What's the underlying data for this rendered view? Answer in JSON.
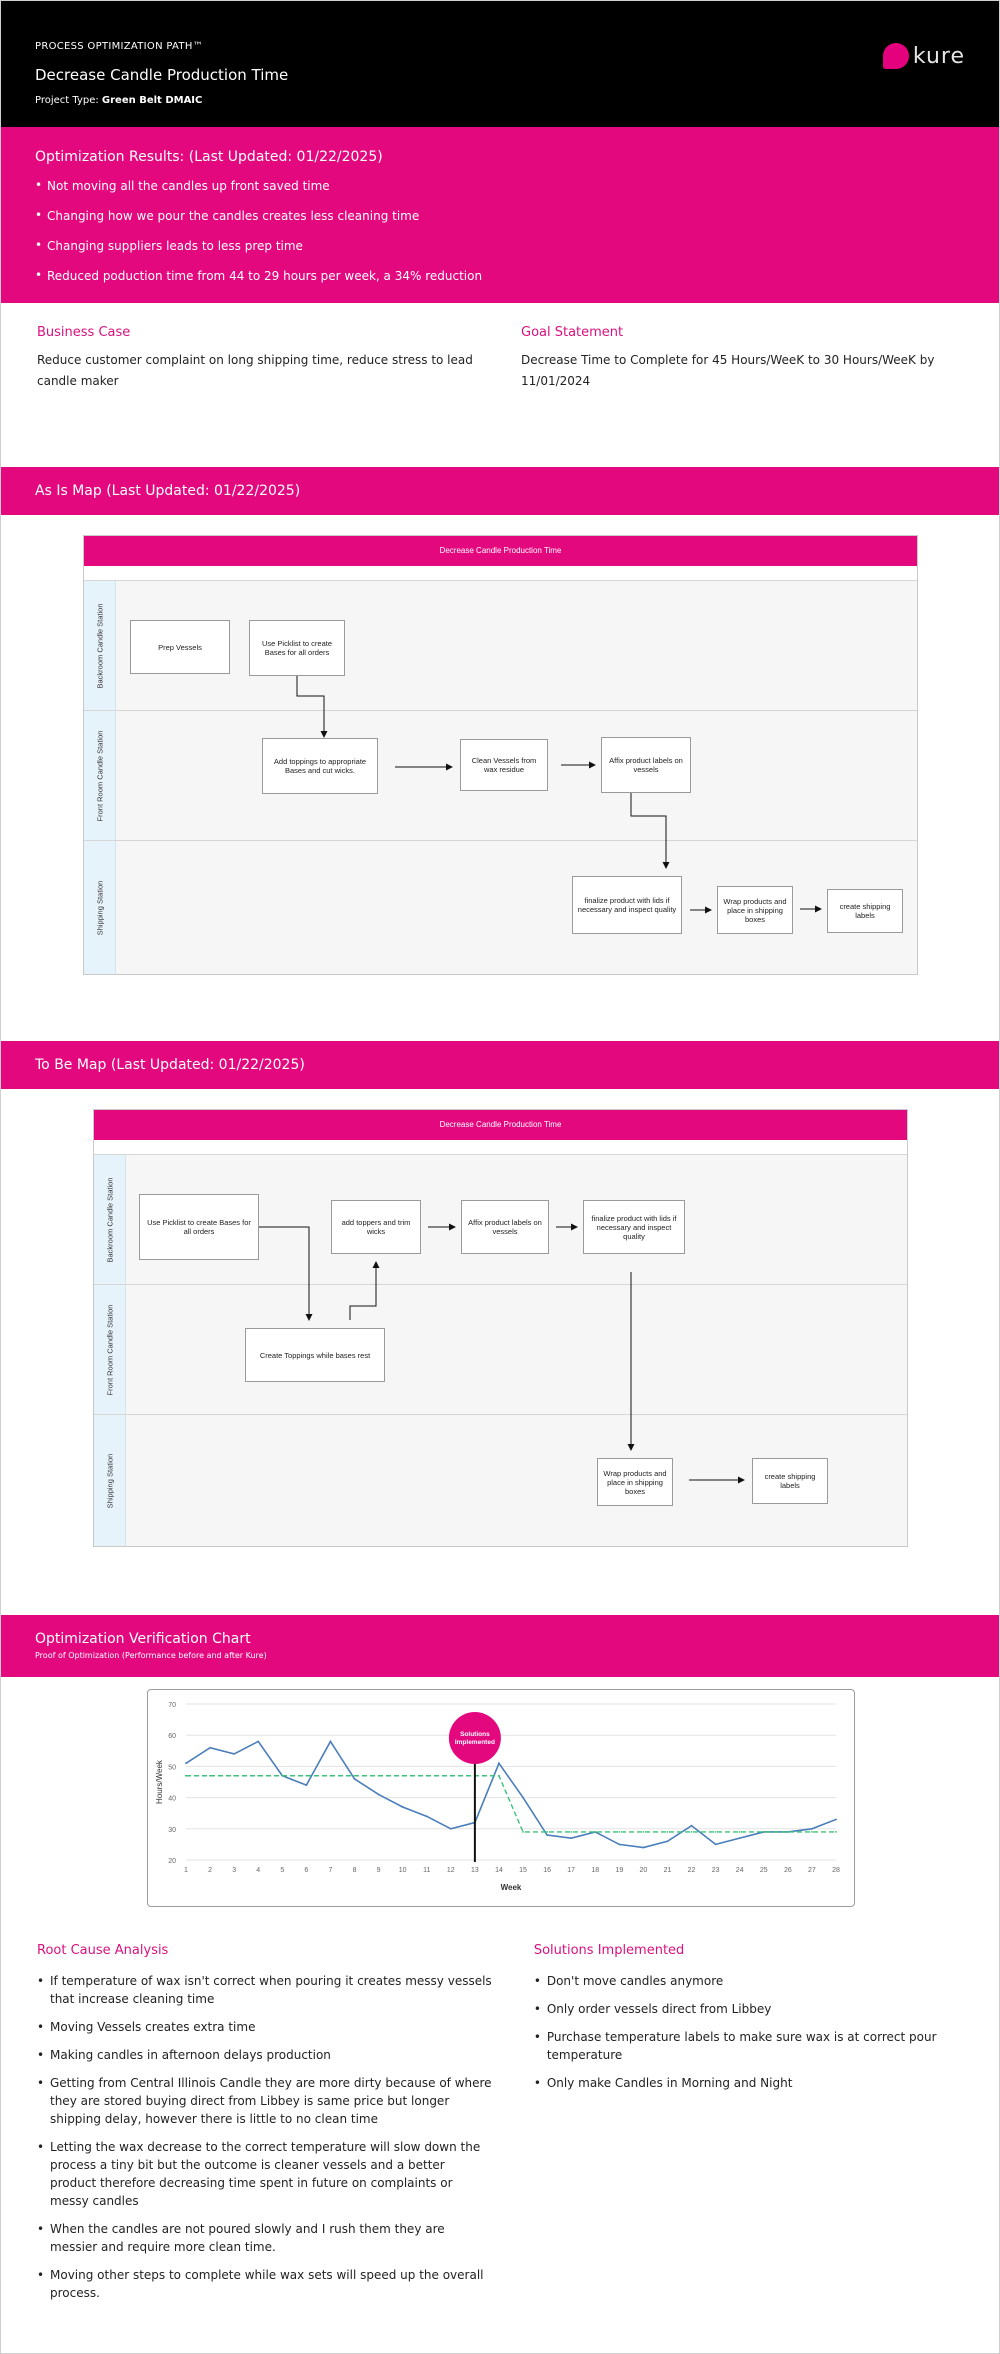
{
  "header": {
    "eyebrow": "PROCESS OPTIMIZATION PATH™",
    "title": "Decrease Candle Production Time",
    "project_type_label": "Project Type:",
    "project_type_value": "Green Belt DMAIC",
    "logo_text": "kure",
    "brand_color": "#e4087f"
  },
  "results": {
    "heading": "Optimization Results: (Last Updated: 01/22/2025)",
    "items": [
      "Not moving all the candles up front saved time",
      "Changing how we pour the candles creates less cleaning time",
      "Changing suppliers leads to less prep time",
      "Reduced poduction time from 44 to 29 hours per week, a 34% reduction"
    ]
  },
  "business_case": {
    "heading": "Business Case",
    "text": "Reduce customer complaint on long shipping time, reduce stress to lead candle maker"
  },
  "goal_statement": {
    "heading": "Goal Statement",
    "text": "Decrease Time to Complete for 45 Hours/WeeK to 30 Hours/WeeK by 11/01/2024"
  },
  "as_is": {
    "heading": "As Is Map (Last Updated: 01/22/2025)",
    "map_title": "Decrease Candle Production Time",
    "lanes": [
      "Backroom Candle Station",
      "Front Room Candle Station",
      "Shipping Station"
    ],
    "steps": [
      "Prep Vessels",
      "Use Picklist to create Bases for all orders",
      "Add toppings to appropriate Bases and cut wicks.",
      "Clean Vessels from wax residue",
      "Affix product labels on vessels",
      "finalize product with lids if necessary and inspect quality",
      "Wrap products and place in shipping boxes",
      "create shipping labels"
    ]
  },
  "to_be": {
    "heading": "To Be Map (Last Updated: 01/22/2025)",
    "map_title": "Decrease Candle Production Time",
    "lanes": [
      "Backroom Candle Station",
      "Front Room Candle Station",
      "Shipping Station"
    ],
    "steps": [
      "Use Picklist to create Bases for all orders",
      "add toppers and trim wicks",
      "Affix product labels on vessels",
      "finalize product with lids if necessary and inspect quality",
      "Create Toppings while bases rest",
      "Wrap products and place in shipping boxes",
      "create shipping labels"
    ]
  },
  "verification": {
    "heading": "Optimization Verification Chart",
    "subheading": "Proof of Optimization (Performance before and after Kure)"
  },
  "chart_data": {
    "type": "line",
    "xlabel": "Week",
    "ylabel": "Hours/Week",
    "ylim": [
      20,
      70
    ],
    "yticks": [
      20,
      30,
      40,
      50,
      60,
      70
    ],
    "x": [
      1,
      2,
      3,
      4,
      5,
      6,
      7,
      8,
      9,
      10,
      11,
      12,
      13,
      14,
      15,
      16,
      17,
      18,
      19,
      20,
      21,
      22,
      23,
      24,
      25,
      26,
      27,
      28
    ],
    "xtick_labels": [
      "1",
      "2",
      "3",
      "4",
      "5",
      "6",
      "7",
      "8",
      "9",
      "10",
      "11",
      "12",
      "13",
      "14",
      "15",
      "16",
      "17",
      "18",
      "19",
      "20",
      "21",
      "22",
      "23",
      "24",
      "25",
      "26",
      "27",
      "28"
    ],
    "series": [
      {
        "values": [
          51,
          56,
          54,
          58,
          47,
          44,
          58,
          46,
          41,
          37,
          34,
          30,
          32,
          51,
          40,
          28,
          27,
          29,
          25,
          24,
          26,
          31,
          25,
          27,
          29,
          29,
          30,
          33
        ],
        "color": "#4a7ebb"
      },
      {
        "values": [
          47,
          47,
          47,
          47,
          47,
          47,
          47,
          47,
          47,
          47,
          47,
          47,
          47,
          47,
          29,
          29,
          29,
          29,
          29,
          29,
          29,
          29,
          29,
          29,
          29,
          29,
          29,
          29
        ],
        "color": "#3cc17a",
        "style": "dashed"
      }
    ],
    "annotation": {
      "label": "Solutions Implemented",
      "x": 13
    }
  },
  "root_cause": {
    "heading": "Root Cause Analysis",
    "items": [
      "If temperature of wax isn't correct when pouring it creates messy vessels that increase cleaning time",
      "Moving Vessels creates extra time",
      "Making candles in afternoon delays production",
      "Getting from Central Illinois Candle they are more dirty because of where they are stored buying direct from Libbey is same price but longer shipping delay, however there is little to no clean time",
      "Letting the wax decrease to the correct temperature will slow down the process a tiny bit but the outcome is cleaner vessels and a better product therefore decreasing time spent in future on complaints or messy candles",
      "When the candles are not poured slowly and I rush them they are messier and require more clean time.",
      "Moving other steps to complete while wax sets will speed up the overall process."
    ]
  },
  "solutions": {
    "heading": "Solutions Implemented",
    "items": [
      "Don't move candles anymore",
      "Only order vessels direct from Libbey",
      "Purchase temperature labels to make sure wax is at correct pour temperature",
      "Only make Candles in Morning and Night"
    ]
  }
}
